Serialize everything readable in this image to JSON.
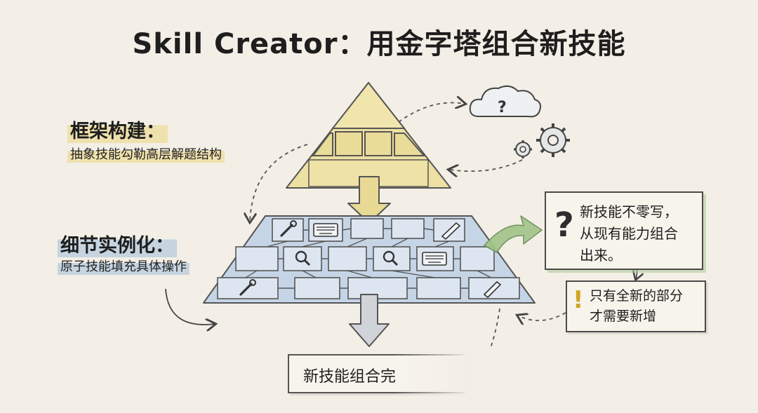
{
  "title": "Skill Creator：用金字塔组合新技能",
  "framework": {
    "heading": "框架构建：",
    "subtitle": "抽象技能勾勒高层解题结构"
  },
  "detail": {
    "heading": "细节实例化：",
    "subtitle": "原子技能填充具体操作"
  },
  "note_main": {
    "icon": "question-mark-icon",
    "text": "新技能不零写，\n从现有能力组合\n出来。"
  },
  "note_sub": {
    "icon": "exclamation-icon",
    "text": "只有全新的部分\n才需要新增"
  },
  "result": {
    "text": "新技能组合完"
  },
  "colors": {
    "pyramid_fill": "#ede0a3",
    "grid_fill": "#c6d5e6",
    "accent_green": "#a3c489",
    "highlight_yellow": "#ecd67e",
    "highlight_blue": "#a0bedc"
  },
  "icons": [
    "cloud-question-icon",
    "gears-icon",
    "wrench-icon",
    "keyboard-icon",
    "magnifier-icon",
    "pencil-icon"
  ]
}
